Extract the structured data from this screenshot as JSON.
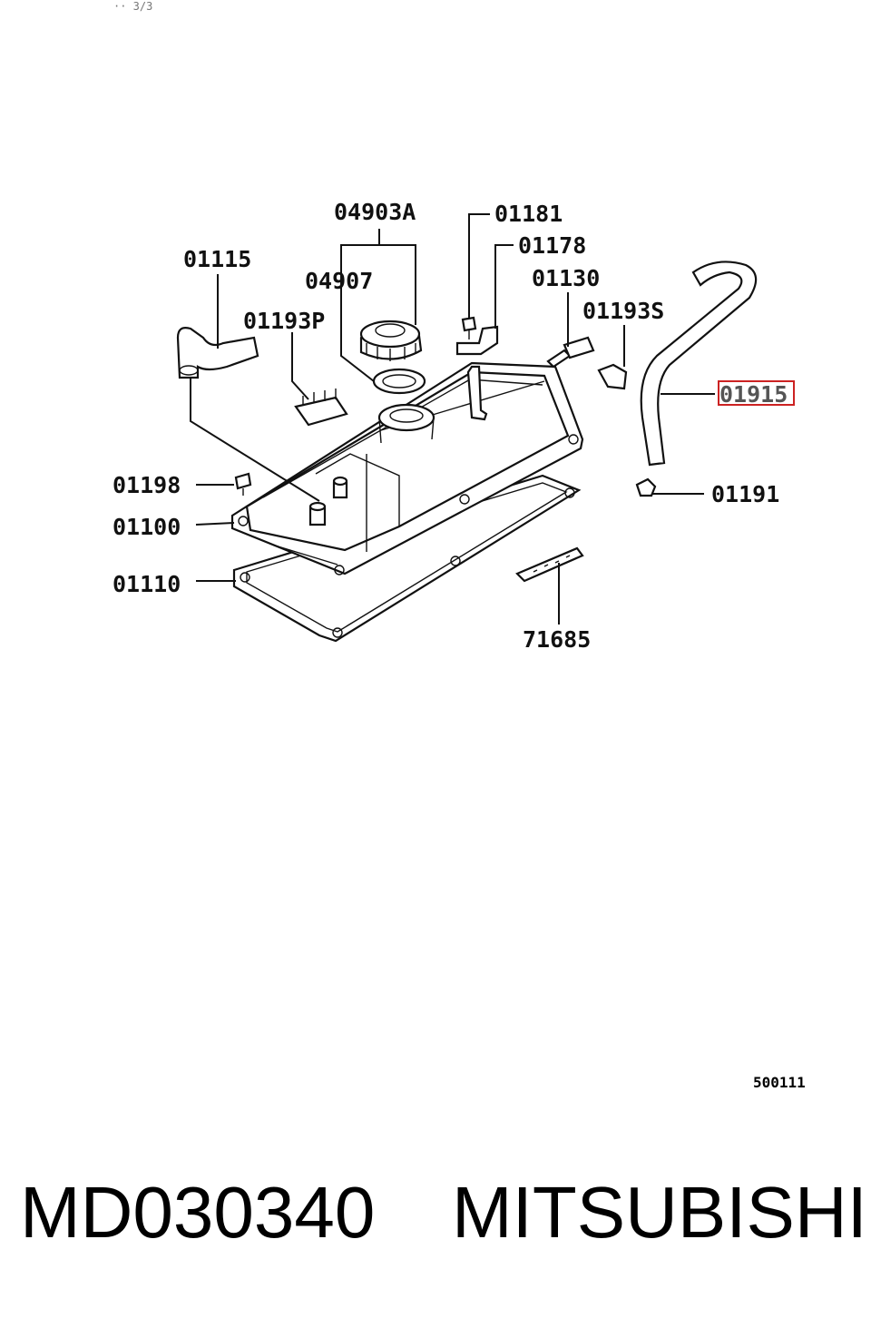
{
  "scan_mark": "·· 3/3",
  "labels": {
    "p04903A": "04903A",
    "p04907": "04907",
    "p01115": "01115",
    "p01193P": "01193P",
    "p01181": "01181",
    "p01178": "01178",
    "p01130": "01130",
    "p01193S": "01193S",
    "p01915": "01915",
    "p01198": "01198",
    "p01100": "01100",
    "p01191": "01191",
    "p01110": "01110",
    "p71685": "71685"
  },
  "highlight_color": "#cc2222",
  "diagram_code": "500111",
  "footer": {
    "part_number": "MD030340",
    "brand": "MITSUBISHI"
  }
}
